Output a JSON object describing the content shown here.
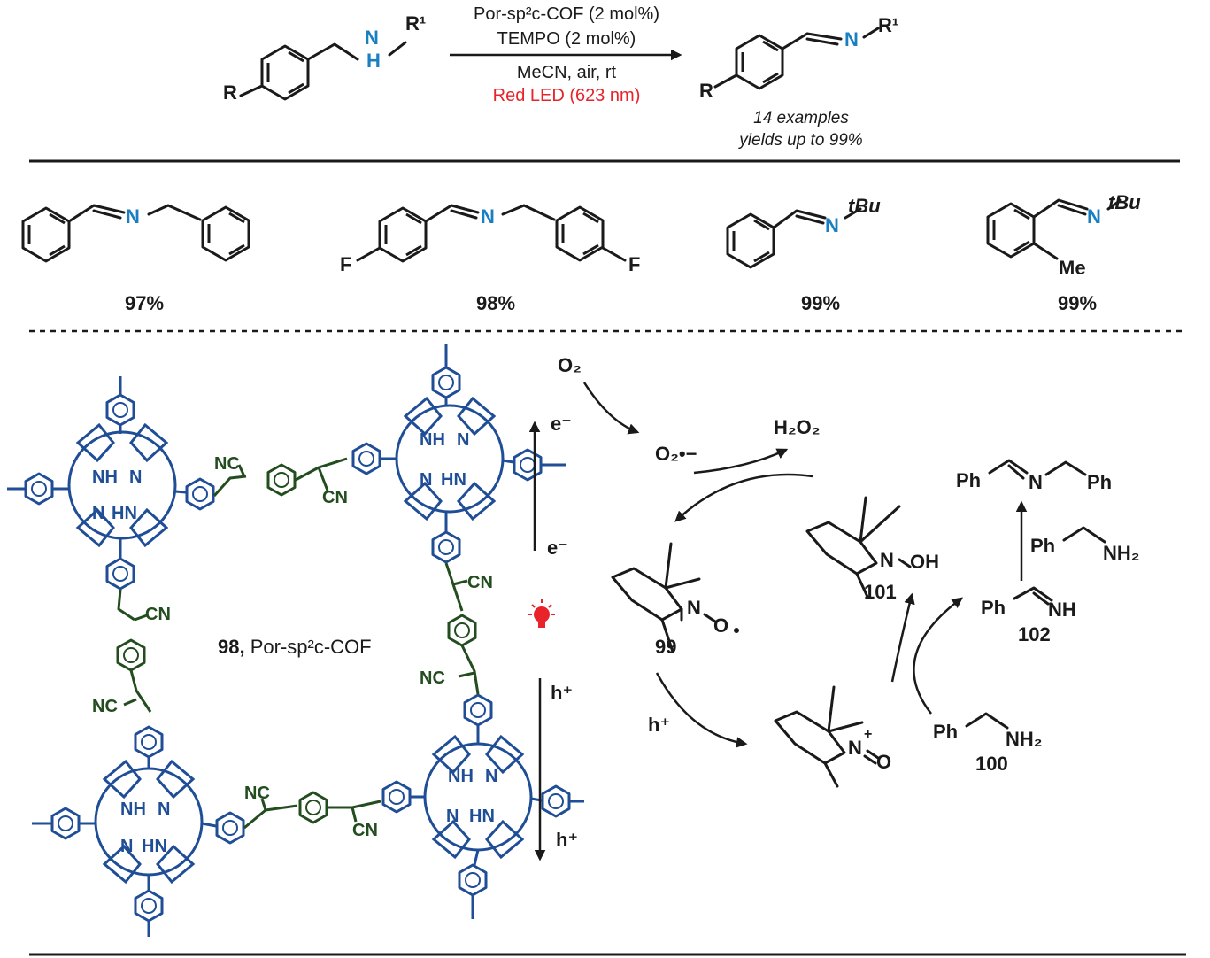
{
  "reaction": {
    "conditions": {
      "catalyst": "Por-sp²c-COF (2 mol%)",
      "cocatalyst": "TEMPO (2 mol%)",
      "solvent": "MeCN, air, rt",
      "light": "Red LED (623 nm)"
    },
    "reactant_labels": {
      "R": "R",
      "N": "N",
      "H": "H",
      "R1": "R¹"
    },
    "product_labels": {
      "R": "R",
      "N": "N",
      "R1": "R¹"
    },
    "scope_note": "14 examples",
    "yield_note": "yields up to 99%"
  },
  "examples": [
    {
      "yield": "97%",
      "atoms": {
        "N": "N"
      }
    },
    {
      "yield": "98%",
      "atoms": {
        "N": "N",
        "F1": "F",
        "F2": "F"
      }
    },
    {
      "yield": "99%",
      "atoms": {
        "N": "N",
        "tBu": "tBu"
      }
    },
    {
      "yield": "99%",
      "atoms": {
        "N": "N",
        "tBu": "tBu",
        "Me": "Me"
      }
    }
  ],
  "cof": {
    "label_num": "98,",
    "label_name": "Por-sp²c-COF",
    "nh": "NH",
    "n": "N",
    "hn": "HN",
    "cn": "CN",
    "nc": "NC"
  },
  "mechanism": {
    "o2": "O₂",
    "superoxide": "O₂•−",
    "h2o2": "H₂O₂",
    "electron_up": "e⁻",
    "electron_down": "e⁻",
    "hole_left": "h⁺",
    "hole_right_top": "h⁺",
    "hole_right_bottom": "h⁺",
    "tempo_label": "99",
    "tempo_n": "N",
    "tempo_o": "O",
    "oxoammonium_n": "N",
    "oxoammonium_o": "O",
    "hydroxylamine_label": "101",
    "hydroxylamine_n": "N",
    "hydroxylamine_oh": "OH",
    "amine_label": "100",
    "amine_ph": "Ph",
    "amine_nh2": "NH₂",
    "imine_label": "102",
    "imine_ph": "Ph",
    "imine_nh": "NH",
    "amine2_ph": "Ph",
    "amine2_nh2": "NH₂",
    "product_ph1": "Ph",
    "product_n": "N",
    "product_ph2": "Ph"
  },
  "colors": {
    "porphyrin": "#1f4e96",
    "linker": "#234d1f",
    "nitrogen": "#1a7fc1",
    "light": "#e8232a"
  }
}
